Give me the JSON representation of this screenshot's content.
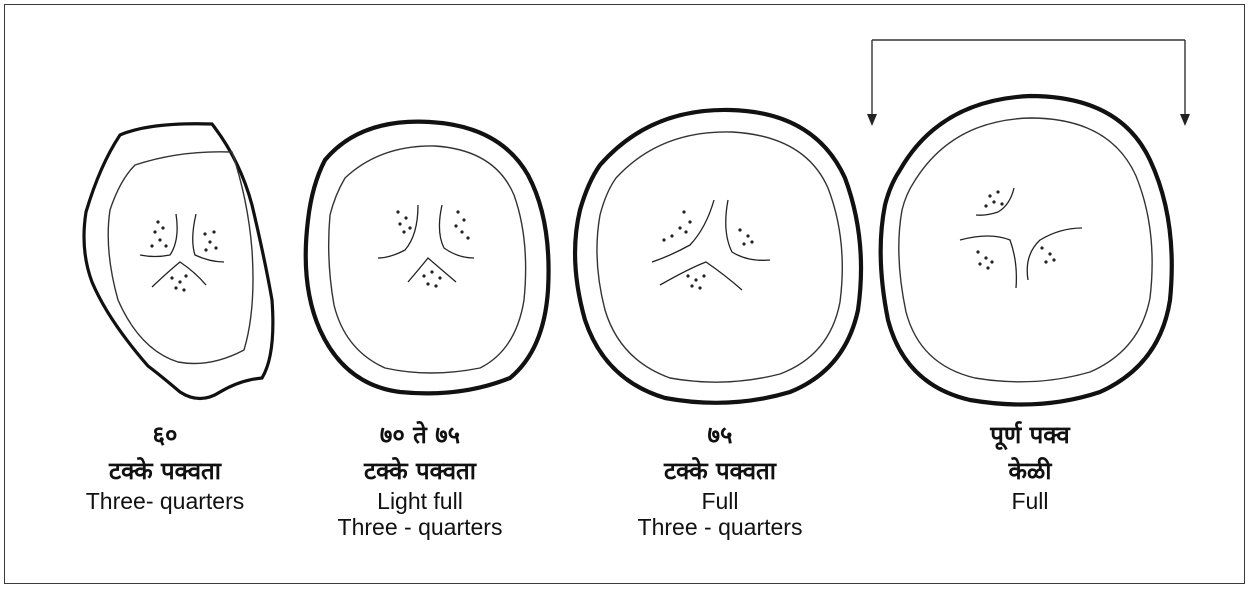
{
  "stages": [
    {
      "marathi_value": "६०",
      "marathi_label": "टक्के पक्वता",
      "english_lines": [
        "Three- quarters"
      ]
    },
    {
      "marathi_value": "७० ते ७५",
      "marathi_label": "टक्के पक्वता",
      "english_lines": [
        "Light full",
        "Three - quarters"
      ]
    },
    {
      "marathi_value": "७५",
      "marathi_label": "टक्के पक्वता",
      "english_lines": [
        "Full",
        "Three - quarters"
      ]
    },
    {
      "marathi_value": "पूर्ण पक्व",
      "marathi_label": "केळी",
      "english_lines": [
        "Full"
      ]
    }
  ]
}
